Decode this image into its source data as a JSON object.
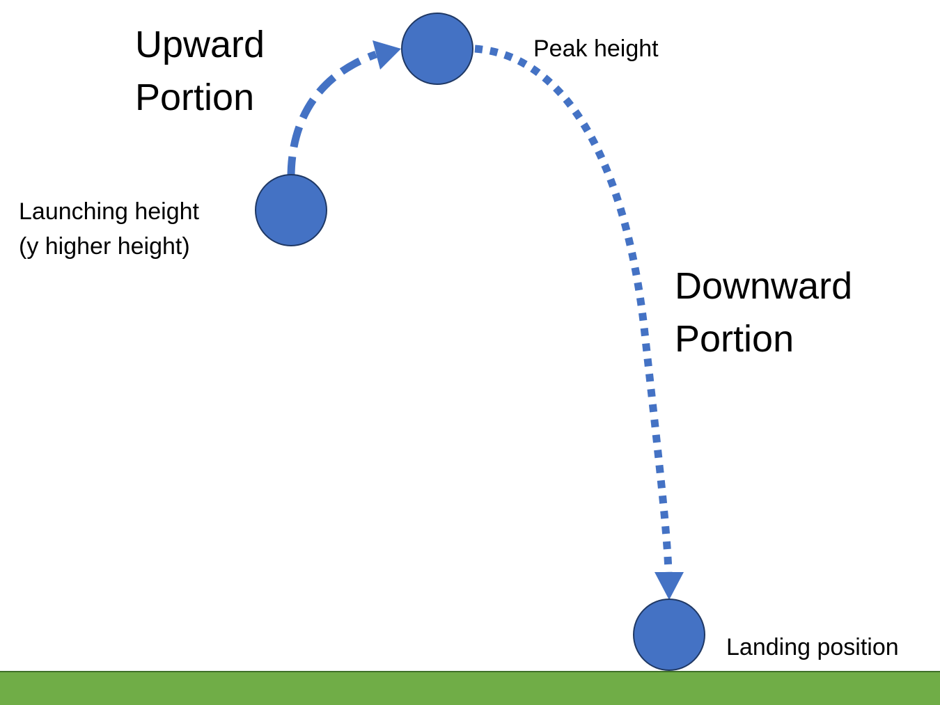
{
  "labels": {
    "upward_line1": "Upward",
    "upward_line2": "Portion",
    "downward_line1": "Downward",
    "downward_line2": "Portion",
    "peak": "Peak height",
    "launch_line1": "Launching height",
    "launch_line2": "(y higher height)",
    "landing": "Landing position"
  },
  "colors": {
    "ball_fill": "#4472C4",
    "ball_stroke": "#1F3864",
    "arrow": "#4472C4",
    "ground": "#70AD47"
  }
}
